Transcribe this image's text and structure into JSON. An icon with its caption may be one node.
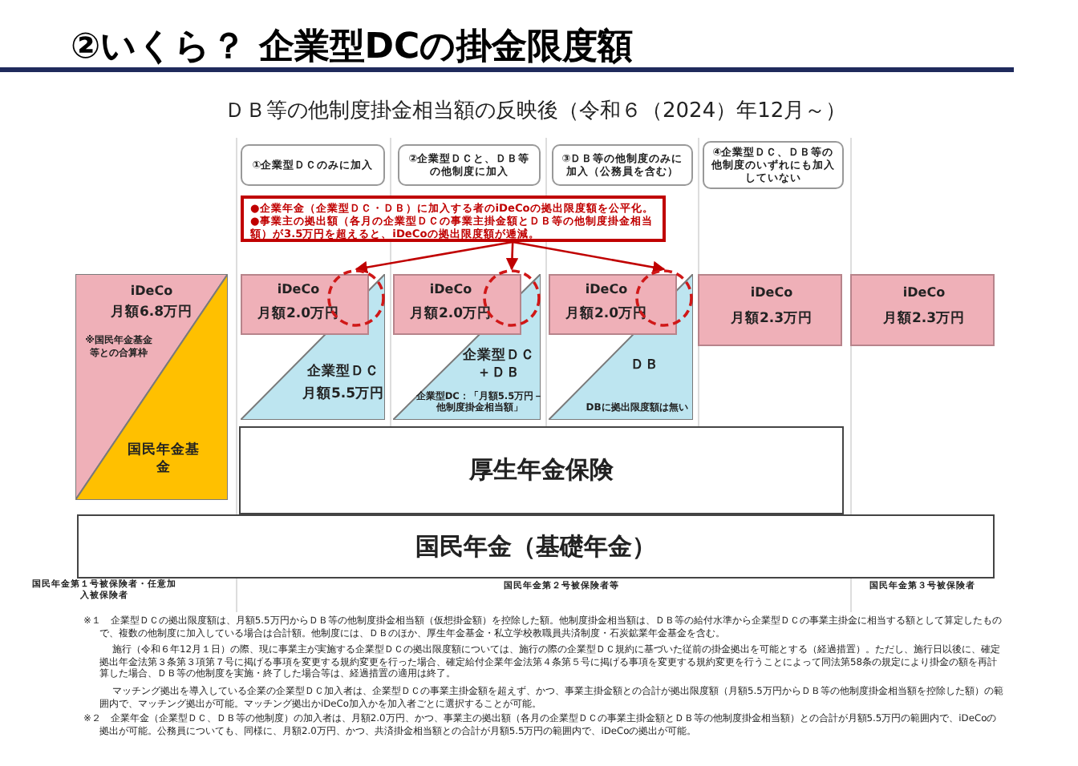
{
  "diagram": {
    "title": "②いくら？ 企業型DCの掛金限度額",
    "nodes": [
      {
        "text": [
          "①企業型ＤＣのみに加入"
        ]
      },
      {
        "text": [
          "②企業型ＤＣと、ＤＢ等の他制度に加入"
        ]
      },
      {
        "text": [
          "③ＤＢ等の他制度のみに加入（公務員を含む）"
        ]
      },
      {
        "text": [
          "④企業型ＤＣ、ＤＢ等の他制度のいずれにも加入していない"
        ]
      },
      {
        "text": [
          "●企業年金（企業型ＤＣ・ＤＢ）に加入する者のiDeCoの拠出限度額を公平化。",
          "●事業主の拠出額（各月の企業型ＤＣの事業主掛金額とＤＢ等の他制度掛金相当額）が3.5万円を超えると、iDeCoの拠出限度額が逓減。"
        ]
      },
      {
        "text": [
          "iDeCo",
          "月額6.8万円",
          "※国民年金基金等との合算枠"
        ]
      },
      {
        "text": [
          "国民年金基金"
        ]
      },
      {
        "text": [
          "iDeCo",
          "月額2.0万円"
        ]
      },
      {
        "text": [
          "企業型ＤＣ",
          "月額5.5万円"
        ]
      },
      {
        "text": [
          "iDeCo",
          "月額2.0万円"
        ]
      },
      {
        "text": [
          "企業型ＤＣ＋ＤＢ",
          "企業型DC：「月額5.5万円－他制度掛金相当額」"
        ]
      },
      {
        "text": [
          "iDeCo",
          "月額2.0万円"
        ]
      },
      {
        "text": [
          "ＤＢ",
          "DBに拠出限度額は無い"
        ]
      },
      {
        "text": [
          "iDeCo",
          "月額2.3万円"
        ]
      },
      {
        "text": [
          "iDeCo",
          "月額2.3万円"
        ]
      },
      {
        "text": [
          "厚生年金保険"
        ]
      },
      {
        "text": [
          "国民年金（基礎年金）"
        ]
      },
      {
        "text": [],
        "shape": "circle"
      },
      {
        "text": [],
        "shape": "circle"
      },
      {
        "text": [],
        "shape": "circle"
      }
    ],
    "edges": [
      {
        "from": 4,
        "to": 17,
        "arrow": "to"
      },
      {
        "from": 4,
        "to": 18,
        "arrow": "to"
      },
      {
        "from": 4,
        "to": 19,
        "arrow": "to"
      }
    ],
    "labels": [
      "ＤＢ等の他制度掛金相当額の反映後（令和６（2024）年12月～）",
      "国民年金第１号被保険者・任意加入被保険者",
      "国民年金第２号被保険者等",
      "国民年金第３号被保険者",
      "※１　企業型ＤＣの拠出限度額は、月額5.5万円からＤＢ等の他制度掛金相当額（仮想掛金額）を控除した額。他制度掛金相当額は、ＤＢ等の給付水準から企業型ＤＣの事業主掛金に相当する額として算定したもので、複数の他制度に加入している場合は合計額。他制度には、ＤＢのほか、厚生年金基金・私立学校教職員共済制度・石炭鉱業年金基金を含む。",
      "施行（令和６年12月１日）の際、現に事業主が実施する企業型ＤＣの拠出限度額については、施行の際の企業型ＤＣ規約に基づいた従前の掛金拠出を可能とする（経過措置）。ただし、施行日以後に、確定拠出年金法第３条第３項第７号に掲げる事項を変更する規約変更を行った場合、確定給付企業年金法第４条第５号に掲げる事項を変更する規約変更を行うことによって同法第58条の規定により掛金の額を再計算した場合、ＤＢ等の他制度を実施・終了した場合等は、経過措置の適用は終了。",
      "マッチング拠出を導入している企業の企業型ＤＣ加入者は、企業型ＤＣの事業主掛金額を超えず、かつ、事業主掛金額との合計が拠出限度額（月額5.5万円からＤＢ等の他制度掛金相当額を控除した額）の範囲内で、マッチング拠出が可能。マッチング拠出かiDeCo加入かを加入者ごとに選択することが可能。",
      "※２　企業年金（企業型ＤＣ、ＤＢ等の他制度）の加入者は、月額2.0万円、かつ、事業主の拠出額（各月の企業型ＤＣの事業主掛金額とＤＢ等の他制度掛金相当額）との合計が月額5.5万円の範囲内で、iDeCoの拠出が可能。公務員についても、同様に、月額2.0万円、かつ、共済掛金相当額との合計が月額5.5万円の範囲内で、iDeCoの拠出が可能。"
    ]
  }
}
